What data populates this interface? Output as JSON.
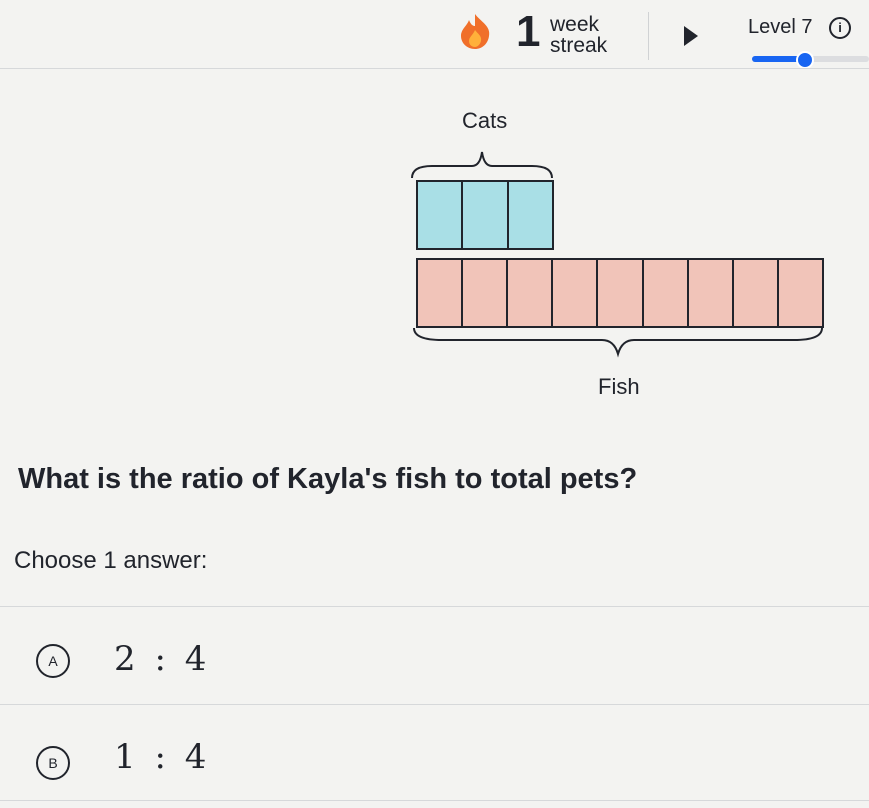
{
  "header": {
    "streak_count": "1",
    "streak_word1": "week",
    "streak_word2": "streak",
    "level_label": "Level 7",
    "info_symbol": "i",
    "level_progress": 0.45,
    "icons": [
      "flame-icon",
      "play-icon",
      "info-icon"
    ]
  },
  "diagram": {
    "cats_label": "Cats",
    "fish_label": "Fish",
    "cats_count": 3,
    "fish_count": 9,
    "cat_color": "#a9dfe6",
    "fish_color": "#f1c4b9"
  },
  "question": {
    "text": "What is the ratio of Kayla's fish to total pets?",
    "prompt": "Choose 1 answer:"
  },
  "choices": [
    {
      "letter": "A",
      "text": "2 : 4"
    },
    {
      "letter": "B",
      "text": "1 : 4"
    }
  ],
  "colors": {
    "accent": "#1865f2",
    "flame": "#f06f2a"
  }
}
